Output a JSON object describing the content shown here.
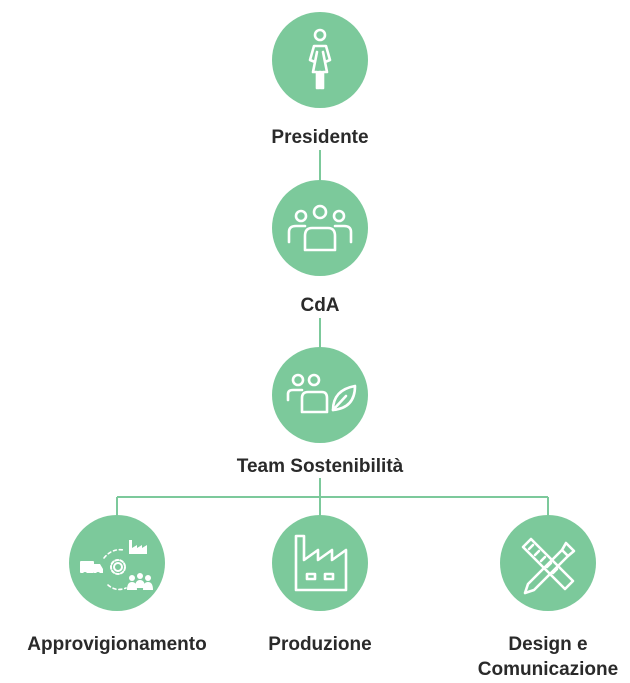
{
  "colors": {
    "node": "#7cc99b",
    "connector": "#7cc99b",
    "icon": "#ffffff",
    "text": "#2a2a2a"
  },
  "nodes": {
    "presidente": {
      "label": "Presidente",
      "icon": "woman-icon"
    },
    "cda": {
      "label": "CdA",
      "icon": "group-icon"
    },
    "team": {
      "label": "Team Sostenibilità",
      "icon": "team-leaf-icon"
    },
    "approvigionamento": {
      "label": "Approvigionamento",
      "icon": "supply-chain-icon"
    },
    "produzione": {
      "label": "Produzione",
      "icon": "factory-icon"
    },
    "design": {
      "label_line1": "Design e",
      "label_line2": "Comunicazione",
      "icon": "pencil-ruler-icon"
    }
  }
}
